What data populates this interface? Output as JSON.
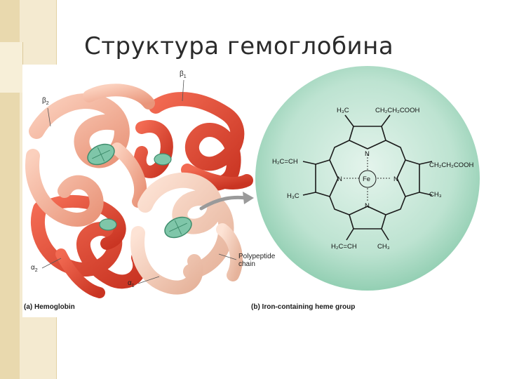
{
  "slide": {
    "title": "Структура гемоглобина"
  },
  "figure": {
    "caption_a": "(a) Hemoglobin",
    "caption_b": "(b) Iron-containing heme group",
    "subunit_labels": {
      "beta1": "β",
      "beta1_sub": "1",
      "beta2": "β",
      "beta2_sub": "2",
      "alpha1": "α",
      "alpha1_sub": "1",
      "alpha2": "α",
      "alpha2_sub": "2"
    },
    "polypeptide_label_line1": "Polypeptide",
    "polypeptide_label_line2": "chain",
    "heme": {
      "top_left": "H₃C",
      "top_right": "CH₂CH₂COOH",
      "left_upper": "H₂C=CH",
      "left_lower": "H₃C",
      "right_upper": "CH₂CH₂COOH",
      "right_lower": "CH₃",
      "bottom_left": "H₂C=CH",
      "bottom_right": "CH₃",
      "n_top": "N",
      "n_left": "N",
      "n_right": "N",
      "n_bottom": "N",
      "center": "Fe"
    },
    "colors": {
      "beta_chain": "#e8533f",
      "alpha_chain": "#f3a98d",
      "alpha_light": "#f7cdb8",
      "heme_disk": "#7fc6a9",
      "heme_circle": "#b9e2cf",
      "arrow": "#9a9a9a"
    }
  }
}
